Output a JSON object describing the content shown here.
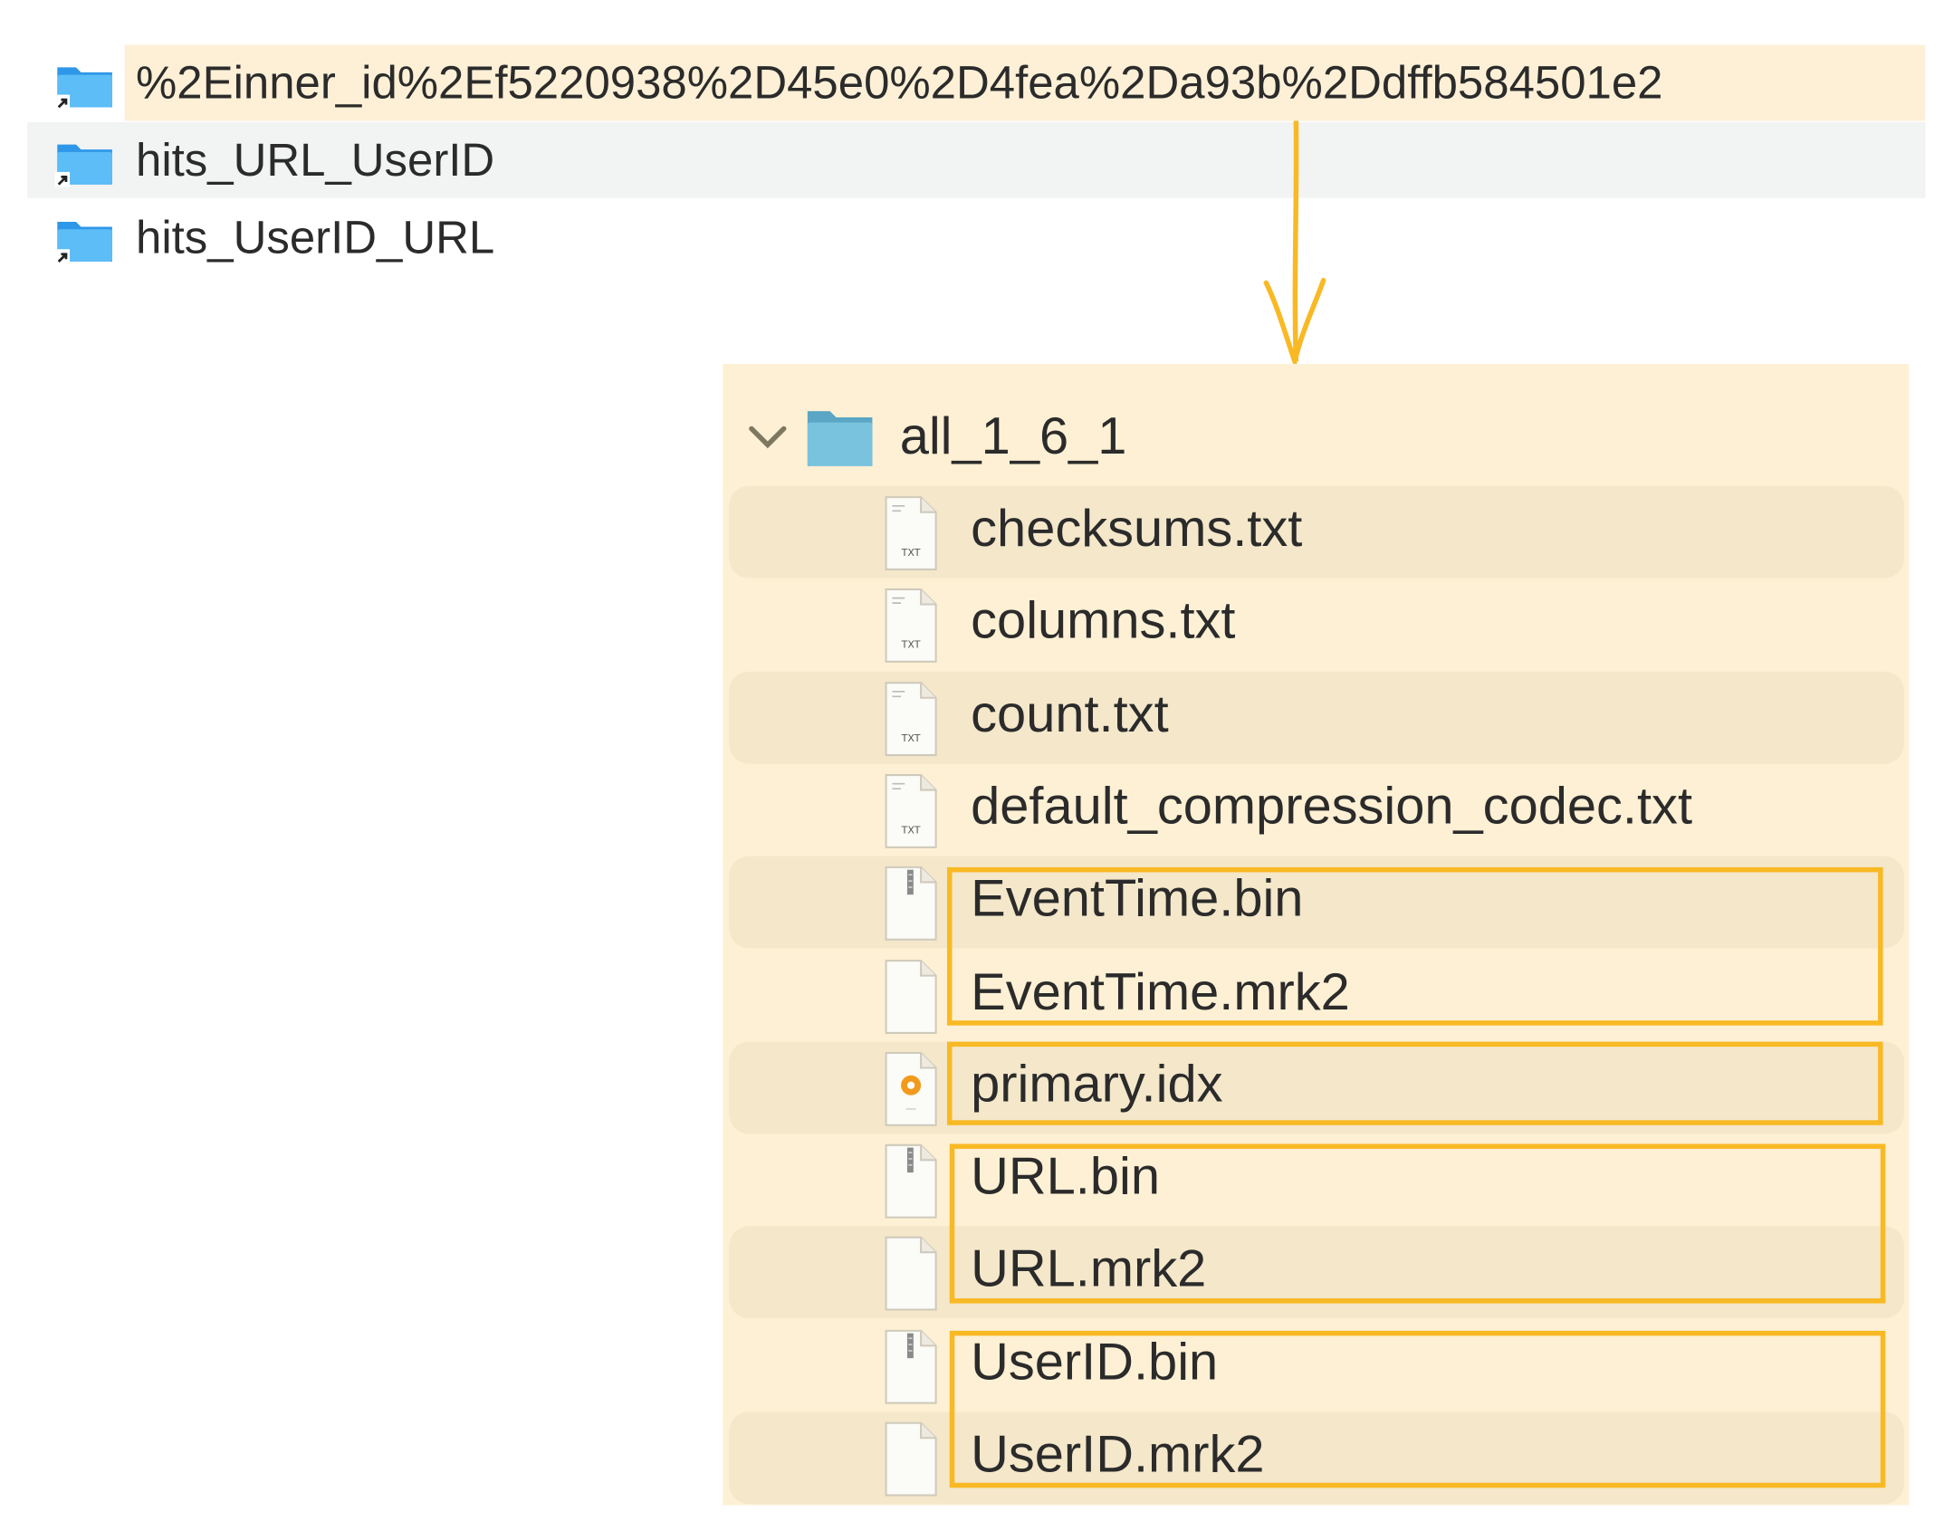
{
  "folders": [
    {
      "name": "%2Einner_id%2Ef5220938%2D45e0%2D4fea%2Da93b%2Ddffb584501e2",
      "icon": "folder-alias-icon",
      "state": "highlighted"
    },
    {
      "name": "hits_URL_UserID",
      "icon": "folder-alias-icon",
      "state": "hover"
    },
    {
      "name": "hits_UserID_URL",
      "icon": "folder-alias-icon",
      "state": "normal"
    }
  ],
  "detail": {
    "folder": {
      "name": "all_1_6_1",
      "icon": "folder-icon",
      "expanded": true
    },
    "files": [
      {
        "name": "checksums.txt",
        "icon": "txt-file-icon"
      },
      {
        "name": "columns.txt",
        "icon": "txt-file-icon"
      },
      {
        "name": "count.txt",
        "icon": "txt-file-icon"
      },
      {
        "name": "default_compression_codec.txt",
        "icon": "txt-file-icon"
      },
      {
        "name": "EventTime.bin",
        "icon": "binary-file-icon"
      },
      {
        "name": "EventTime.mrk2",
        "icon": "blank-file-icon"
      },
      {
        "name": "primary.idx",
        "icon": "idx-file-icon"
      },
      {
        "name": "URL.bin",
        "icon": "binary-file-icon"
      },
      {
        "name": "URL.mrk2",
        "icon": "blank-file-icon"
      },
      {
        "name": "UserID.bin",
        "icon": "binary-file-icon"
      },
      {
        "name": "UserID.mrk2",
        "icon": "blank-file-icon"
      }
    ],
    "txt_badge": "TXT"
  },
  "colors": {
    "highlight": "#f8b924",
    "panel": "#fef0d4",
    "stripe": "#f4e7ca",
    "folder": "#3fa9f5"
  }
}
